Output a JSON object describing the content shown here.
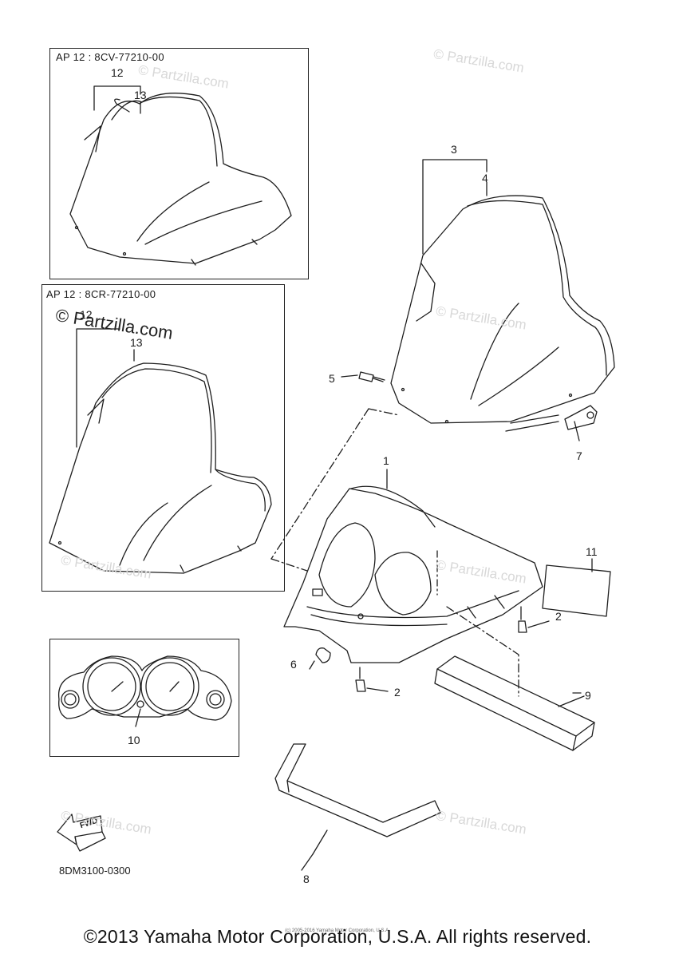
{
  "boxes": {
    "top_left_title": "AP 12 : 8CV-77210-00",
    "mid_left_title": "AP 12 : 8CR-77210-00"
  },
  "watermarks": {
    "light": "© Partzilla.com",
    "dark": "© Partzilla.com"
  },
  "callouts": {
    "n1": "1",
    "n2a": "2",
    "n2b": "2",
    "n3": "3",
    "n4": "4",
    "n5": "5",
    "n6": "6",
    "n7": "7",
    "n8": "8",
    "n9": "9",
    "n10": "10",
    "n11": "11",
    "n12a": "12",
    "n13a": "13",
    "n12b": "12",
    "n13b": "13"
  },
  "fwd_label": "FWD",
  "diagram_code": "8DM3100-0300",
  "fine_print": "(c) 2005-2016 Yamaha Motor Corporation, U.S.A.",
  "footer": "©2013 Yamaha Motor Corporation, U.S.A. All rights reserved."
}
